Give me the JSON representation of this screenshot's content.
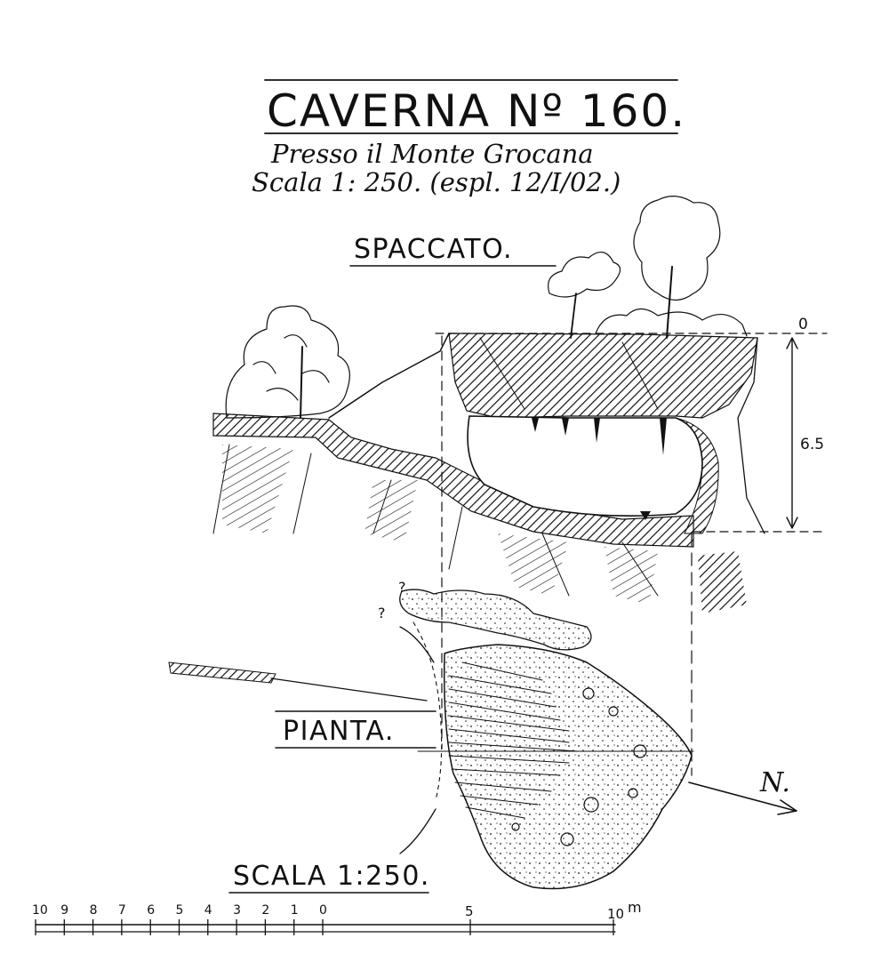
{
  "title": "CAVERNA Nº 160.",
  "subtitle_line1": "Presso il Monte Grocana",
  "subtitle_line2": "Scala 1: 250. (espl. 12/I/02.)",
  "section_label": "SPACCATO.",
  "plan_label": "PIANTA.",
  "scale_label": "SCALA 1:250.",
  "depth": {
    "top": "0",
    "value": "6.5"
  },
  "question_marks": [
    "?",
    "?"
  ],
  "north_label": "N.",
  "scale_bar": {
    "unit": "m",
    "ticks_left": [
      "10",
      "9",
      "8",
      "7",
      "6",
      "5",
      "4",
      "3",
      "2",
      "1",
      "0"
    ],
    "tick_mid": "5",
    "tick_end": "10"
  }
}
